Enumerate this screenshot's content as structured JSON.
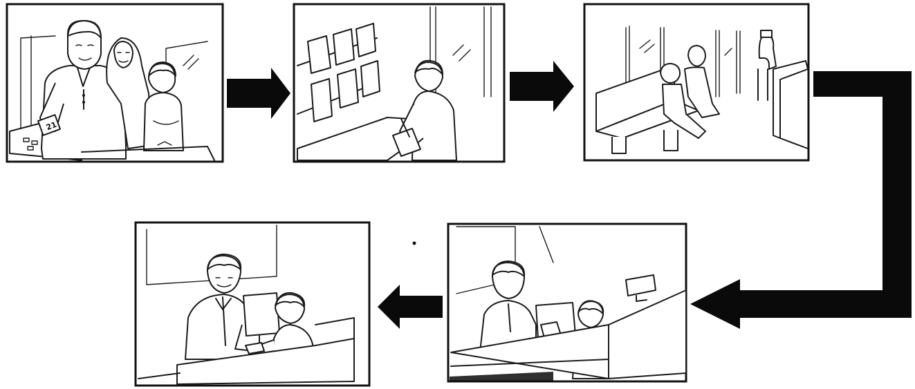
{
  "diagram": {
    "panels": [
      {
        "id": "panel-1",
        "scene": "family-taking-queue-ticket"
      },
      {
        "id": "panel-2",
        "scene": "boy-filling-form-at-counter"
      },
      {
        "id": "panel-3",
        "scene": "waiting-on-bench"
      },
      {
        "id": "panel-4",
        "scene": "boy-handing-form-to-teller"
      },
      {
        "id": "panel-5",
        "scene": "teller-returning-to-boy"
      }
    ],
    "ticket_label": "21",
    "arrows": [
      {
        "from": "panel-1",
        "to": "panel-2",
        "direction": "right"
      },
      {
        "from": "panel-2",
        "to": "panel-3",
        "direction": "right"
      },
      {
        "from": "panel-3",
        "to": "panel-4",
        "direction": "down-then-left"
      },
      {
        "from": "panel-4",
        "to": "panel-5",
        "direction": "left"
      }
    ],
    "colors": {
      "ink": "#111111",
      "paper": "#ffffff"
    }
  }
}
